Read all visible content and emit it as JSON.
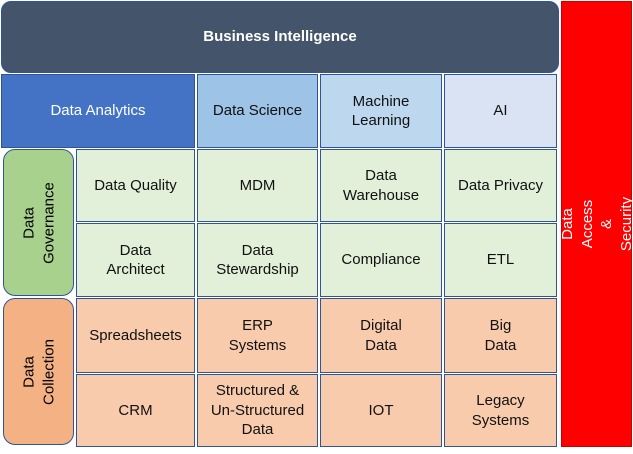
{
  "top": "Business Intelligence",
  "side": "Data Access & Security",
  "analytics": [
    "Data Analytics",
    "Data Science",
    "Machine\nLearning",
    "AI"
  ],
  "governance": {
    "label": "Data\nGovernance",
    "cells": [
      "Data Quality",
      "MDM",
      "Data\nWarehouse",
      "Data Privacy",
      "Data\nArchitect",
      "Data\nStewardship",
      "Compliance",
      "ETL"
    ]
  },
  "collection": {
    "label": "Data\nCollection",
    "cells": [
      "Spreadsheets",
      "ERP\nSystems",
      "Digital\nData",
      "Big\nData",
      "CRM",
      "Structured &\nUn-Structured\nData",
      "IOT",
      "Legacy\nSystems"
    ]
  },
  "colors": {
    "bi": "#44546a",
    "security": "#ff0000",
    "analytics": "#4472c4",
    "science": "#9dc3e6",
    "ml": "#bdd7ee",
    "ai": "#dae3f3",
    "gov_label": "#a9d18e",
    "gov_cell": "#e2f0d9",
    "col_label": "#f4b183",
    "col_cell": "#f8cbad"
  }
}
